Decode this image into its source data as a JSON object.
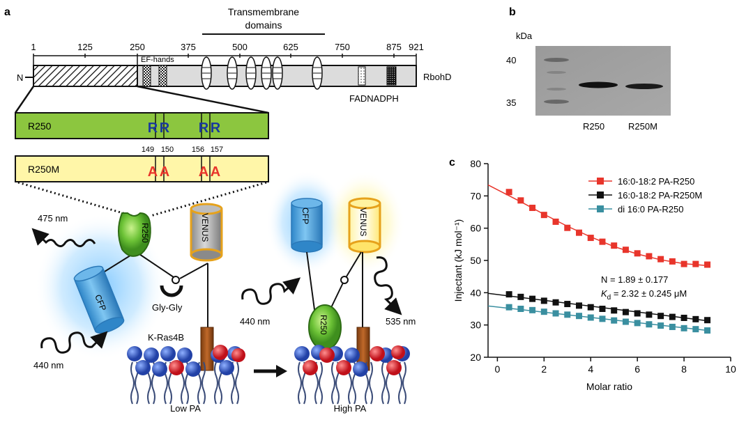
{
  "panel_a": {
    "label": "a",
    "tm_title_1": "Transmembrane",
    "tm_title_2": "domains",
    "ticks": [
      "1",
      "125",
      "250",
      "375",
      "500",
      "625",
      "750",
      "875",
      "921"
    ],
    "n_term": "N",
    "ef_hands": "EF-hands",
    "protein": "RbohD",
    "fad_nadph": "FADNADPH",
    "r250": "R250",
    "r250m": "R250M",
    "r250_residues": [
      "R",
      "R",
      "R",
      "R"
    ],
    "r250m_residues": [
      "A",
      "A",
      "A",
      "A"
    ],
    "positions": [
      "149",
      "150",
      "156",
      "157"
    ],
    "cfp": "CFP",
    "venus": "VENUS",
    "r250_probe": "R250",
    "gly_gly": "Gly-Gly",
    "kras": "K-Ras4B",
    "nm_475": "475 nm",
    "nm_440_left": "440 nm",
    "nm_440_right": "440 nm",
    "nm_535": "535 nm",
    "low_pa": "Low PA",
    "high_pa": "High PA"
  },
  "panel_b": {
    "label": "b",
    "unit": "kDa",
    "marker_40": "40",
    "marker_35": "35",
    "lane_1": "R250",
    "lane_2": "R250M"
  },
  "panel_c": {
    "label": "c",
    "stat_n": "N = 1.89 ± 0.177",
    "stat_kd_symbol": "K",
    "stat_kd_sub": "d",
    "stat_kd_value": " = 2.32 ± 0.245 μM"
  },
  "colors": {
    "r250_bar": "#8cc63f",
    "r250m_bar": "#fff6a8",
    "arg_blue": "#1a3a9c",
    "ala_red": "#e8352b",
    "series_red": "#e8352b",
    "series_black": "#111111",
    "series_teal": "#3a8fa0",
    "cfp_blue": "#3aa0e0",
    "venus_gold": "#e6a21c",
    "lipid_blue": "#3a5fc2",
    "lipid_red": "#d8202a"
  },
  "chart_data": {
    "type": "scatter",
    "xlabel": "Molar ratio",
    "ylabel": "Injectant (kJ mol⁻¹)",
    "xlim": [
      -0.4,
      10
    ],
    "ylim": [
      20,
      80
    ],
    "xticks": [
      0,
      2,
      4,
      6,
      8,
      10
    ],
    "yticks": [
      20,
      30,
      40,
      50,
      60,
      70,
      80
    ],
    "legend_position": "top-right",
    "series": [
      {
        "name": "16:0-18:2 PA-R250",
        "color": "#e8352b",
        "x": [
          0.5,
          1,
          1.5,
          2,
          2.5,
          3,
          3.5,
          4,
          4.5,
          5,
          5.5,
          6,
          6.5,
          7,
          7.5,
          8,
          8.5,
          9
        ],
        "y": [
          71.2,
          68.6,
          66.3,
          64.1,
          62.0,
          60.1,
          58.6,
          57.0,
          55.8,
          54.6,
          53.3,
          52.2,
          51.3,
          50.4,
          49.7,
          48.9,
          48.9,
          48.7
        ],
        "fit": [
          [
            -0.4,
            73.4
          ],
          [
            1,
            68.2
          ],
          [
            2,
            64.3
          ],
          [
            3,
            60.6
          ],
          [
            4,
            57.3
          ],
          [
            5,
            54.3
          ],
          [
            6,
            52.0
          ],
          [
            7,
            50.2
          ],
          [
            8,
            49.0
          ],
          [
            9,
            48.4
          ]
        ]
      },
      {
        "name": "16:0-18:2 PA-R250M",
        "color": "#111111",
        "x": [
          0.5,
          1,
          1.5,
          2,
          2.5,
          3,
          3.5,
          4,
          4.5,
          5,
          5.5,
          6,
          6.5,
          7,
          7.5,
          8,
          8.5,
          9
        ],
        "y": [
          39.5,
          38.7,
          38.1,
          37.5,
          37.0,
          36.5,
          36.0,
          35.5,
          35.0,
          34.5,
          34.0,
          33.6,
          33.2,
          32.8,
          32.5,
          32.2,
          31.8,
          31.5
        ],
        "fit": [
          [
            -0.4,
            39.8
          ],
          [
            9,
            31.3
          ]
        ]
      },
      {
        "name": "di 16:0 PA-R250",
        "color": "#3a8fa0",
        "x": [
          0.5,
          1,
          1.5,
          2,
          2.5,
          3,
          3.5,
          4,
          4.5,
          5,
          5.5,
          6,
          6.5,
          7,
          7.5,
          8,
          8.5,
          9
        ],
        "y": [
          35.5,
          35.0,
          34.6,
          34.1,
          33.6,
          33.2,
          32.8,
          32.3,
          31.9,
          31.4,
          31.0,
          30.6,
          30.2,
          29.8,
          29.4,
          29.0,
          28.7,
          28.3
        ],
        "fit": [
          [
            -0.4,
            35.9
          ],
          [
            9,
            28.3
          ]
        ]
      }
    ]
  }
}
